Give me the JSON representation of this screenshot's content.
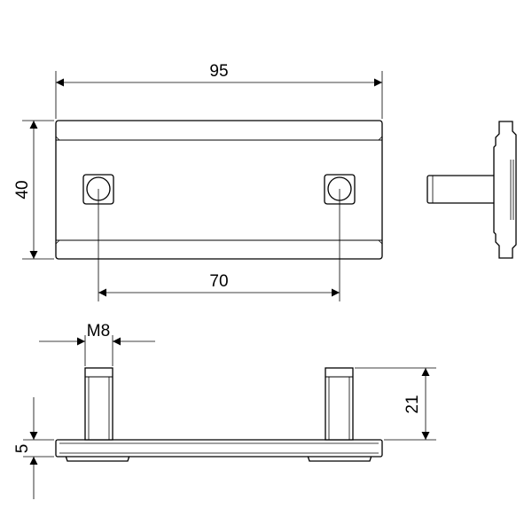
{
  "drawing": {
    "dimensions": {
      "length": "95",
      "height": "40",
      "hole_spacing": "70",
      "thread": "M8",
      "plate_thickness": "5",
      "bolt_height": "21"
    },
    "colors": {
      "line": "#000000",
      "background": "#ffffff"
    }
  }
}
